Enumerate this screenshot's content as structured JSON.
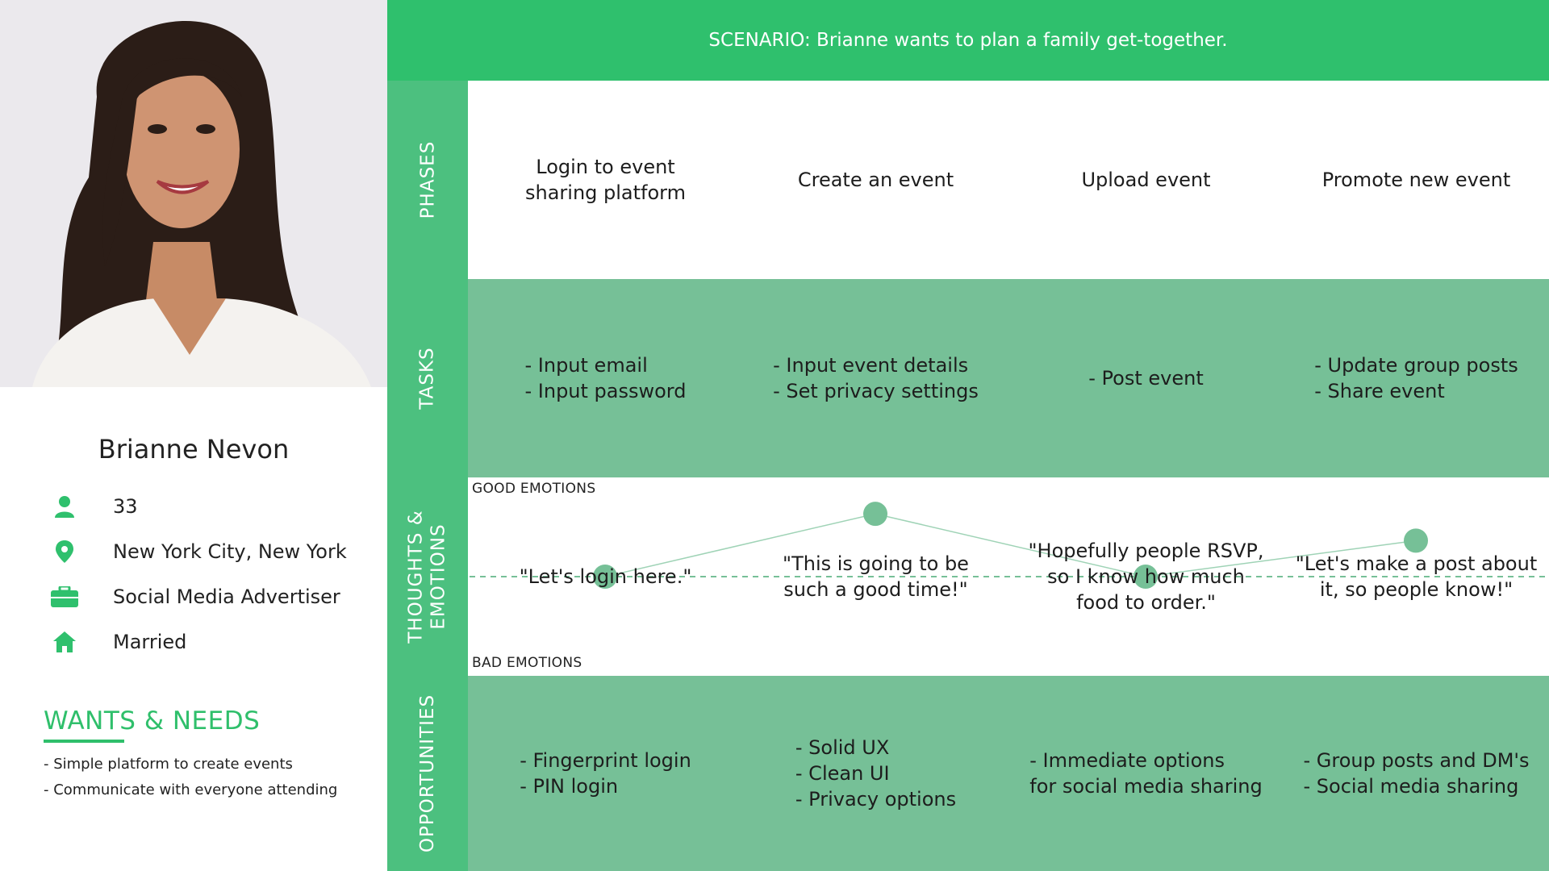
{
  "scenario": "SCENARIO: Brianne wants to plan a family get-together.",
  "persona": {
    "name": "Brianne Nevon",
    "age": "33",
    "location": "New York City, New York",
    "occupation": "Social Media Advertiser",
    "status": "Married"
  },
  "wants": {
    "title": "WANTS & NEEDS",
    "items": [
      "- Simple platform to create events",
      "- Communicate with everyone attending"
    ]
  },
  "rows": {
    "phases": "PHASES",
    "tasks": "TASKS",
    "thoughts_line1": "THOUGHTS &",
    "thoughts_line2": "EMOTIONS",
    "opportunities": "OPPORTUNITIES"
  },
  "phases": [
    {
      "line1": "Login to event",
      "line2": "sharing platform"
    },
    {
      "line1": "Create an event",
      "line2": ""
    },
    {
      "line1": "Upload event",
      "line2": ""
    },
    {
      "line1": "Promote new event",
      "line2": ""
    }
  ],
  "tasks": [
    [
      "- Input email",
      "- Input password"
    ],
    [
      "- Input event details",
      "- Set privacy settings"
    ],
    [
      "- Post event"
    ],
    [
      "- Update group posts",
      "- Share event"
    ]
  ],
  "emotions": {
    "good_label": "GOOD EMOTIONS",
    "bad_label": "BAD EMOTIONS",
    "levels": [
      0,
      0.82,
      0,
      0.47
    ],
    "quotes": [
      [
        "\"Let's login here.\""
      ],
      [
        "\"This is going to be",
        "such a good time!\""
      ],
      [
        "\"Hopefully people RSVP,",
        "so I know how much",
        "food to order.\""
      ],
      [
        "\"Let's make a post about",
        "it, so people know!\""
      ]
    ]
  },
  "opportunities": [
    [
      "- Fingerprint login",
      "- PIN login"
    ],
    [
      "- Solid UX",
      "- Clean UI",
      "- Privacy options"
    ],
    [
      "- Immediate options",
      "for social media sharing"
    ],
    [
      "- Group posts and DM's",
      "- Social media sharing"
    ]
  ],
  "colors": {
    "accent": "#2fc06d",
    "stripe": "#4cc07f",
    "band_green": "#76c097",
    "point": "#76c097"
  },
  "icons": [
    "user-icon",
    "location-pin-icon",
    "briefcase-icon",
    "home-icon"
  ]
}
